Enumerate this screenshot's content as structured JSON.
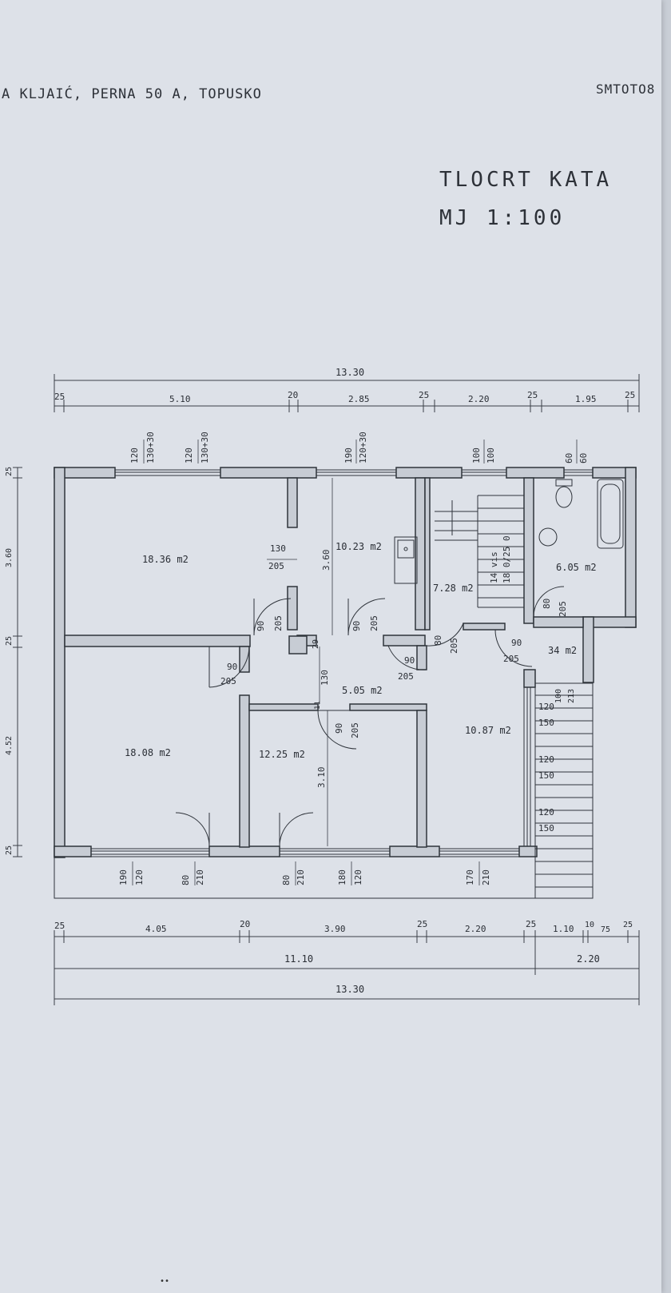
{
  "header": {
    "owner": "A KLJAIĆ, PERNA 50 A, TOPUSKO",
    "code": "SMTOTO8",
    "title": "TLOCRT KATA",
    "scale": "MJ  1:100"
  },
  "dimensions_top": {
    "total": "13.30",
    "segments": [
      "25",
      "5.10",
      "20",
      "2.85",
      "25",
      "2.20",
      "25",
      "1.95",
      "25"
    ]
  },
  "dimensions_bottom": {
    "segments": [
      "25",
      "4.05",
      "20",
      "3.90",
      "25",
      "2.20",
      "25",
      "1.10",
      "10",
      "75",
      "25"
    ],
    "sub_a": "11.10",
    "sub_b": "2.20",
    "total": "13.30"
  },
  "dimensions_left": [
    "25",
    "3.60",
    "25",
    "4.52",
    "25"
  ],
  "rooms": [
    {
      "area": "18.36 m2"
    },
    {
      "area": "10.23 m2"
    },
    {
      "area": "7.28 m2"
    },
    {
      "area": "6.05 m2"
    },
    {
      "area": "5.05 m2"
    },
    {
      "area": "18.08 m2"
    },
    {
      "area": "12.25 m2"
    },
    {
      "area": "10.87 m2"
    },
    {
      "area": "34 m2"
    }
  ],
  "window_labels_top": [
    {
      "a": "120",
      "b": "130+30"
    },
    {
      "a": "120",
      "b": "130+30"
    },
    {
      "a": "190",
      "b": "120+30"
    },
    {
      "a": "100",
      "b": "100"
    },
    {
      "a": "60",
      "b": "60"
    }
  ],
  "window_labels_bottom": [
    {
      "a": "190",
      "b": "120"
    },
    {
      "a": "80",
      "b": "210"
    },
    {
      "a": "80",
      "b": "210"
    },
    {
      "a": "180",
      "b": "120"
    },
    {
      "a": "170",
      "b": "210"
    }
  ],
  "door_labels": [
    {
      "a": "90",
      "b": "205"
    },
    {
      "a": "90",
      "b": "205"
    },
    {
      "a": "90",
      "b": "205"
    },
    {
      "a": "90",
      "b": "205"
    },
    {
      "a": "80",
      "b": "205"
    },
    {
      "a": "90",
      "b": "205"
    },
    {
      "a": "80",
      "b": "205"
    },
    {
      "a": "90",
      "b": "205"
    },
    {
      "a": "130",
      "b": "205"
    }
  ],
  "inner_dims": {
    "h360": "3.60",
    "h130": "130",
    "h310": "3.10",
    "h29": "29",
    "h11": "11"
  },
  "stair": {
    "line1": "14 vis",
    "line2": "18 0/25 0"
  },
  "balcony_labels": [
    {
      "a": "120",
      "b": "150"
    },
    {
      "a": "120",
      "b": "150"
    },
    {
      "a": "120",
      "b": "150"
    },
    {
      "a": "100",
      "b": "213"
    }
  ],
  "footer_mark": "••"
}
